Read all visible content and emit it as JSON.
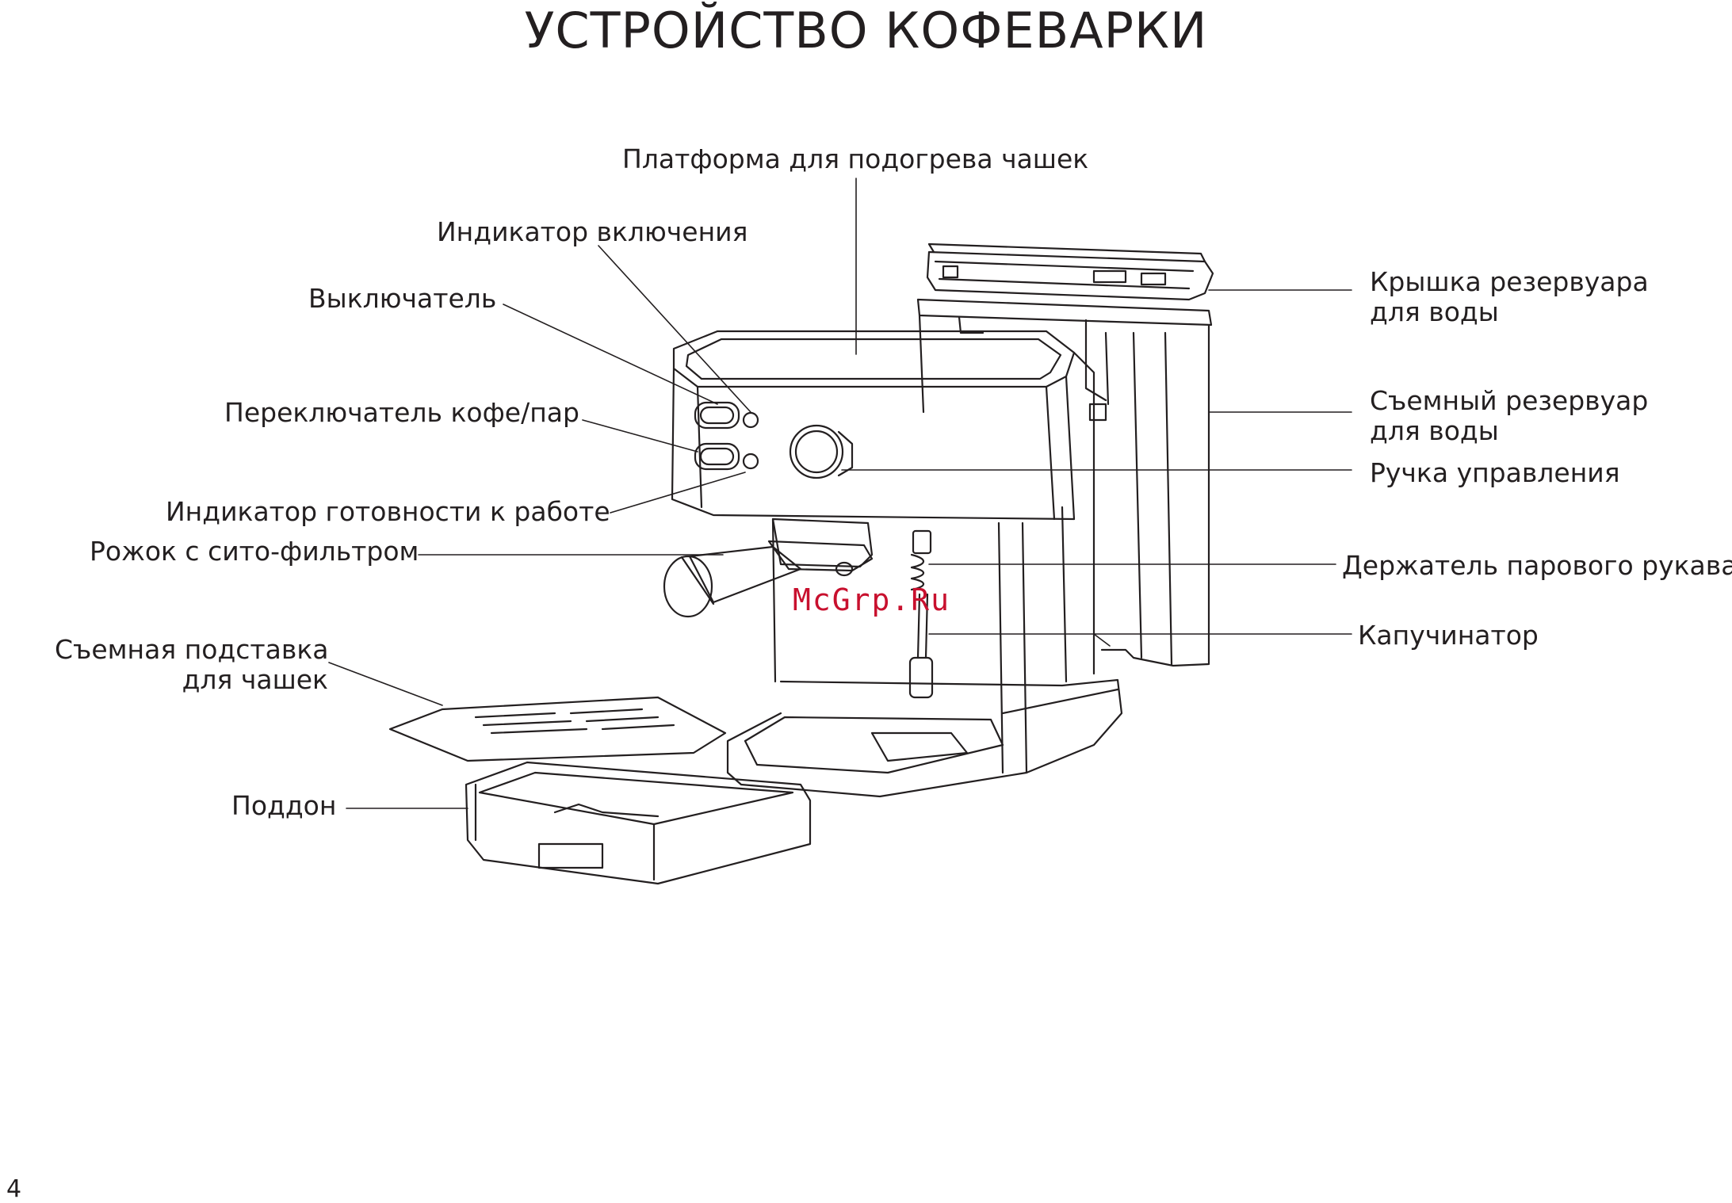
{
  "title": "УСТРОЙСТВО КОФЕВАРКИ",
  "labels": {
    "cup_warmer": "Платформа для подогрева чашек",
    "power_indicator": "Индикатор включения",
    "power_switch": "Выключатель",
    "coffee_steam_switch": "Переключатель кофе/пар",
    "ready_indicator": "Индикатор готовности к работе",
    "portafilter": "Рожок с сито-фильтром",
    "cup_stand": [
      "Съемная подставка",
      "для чашек"
    ],
    "drip_tray": "Поддон",
    "tank_lid": [
      "Крышка резервуара",
      "для воды"
    ],
    "water_tank": [
      "Съемный резервуар",
      "для воды"
    ],
    "control_knob": "Ручка управления",
    "steam_holder": "Держатель парового рукава",
    "cappuccinator": "Капучинатор"
  },
  "watermark": "McGrp.Ru",
  "page_number": "4"
}
